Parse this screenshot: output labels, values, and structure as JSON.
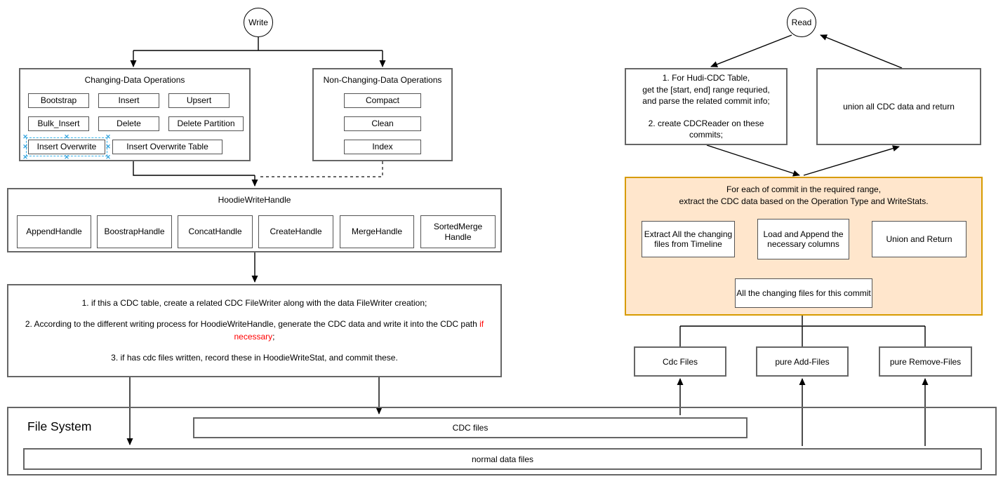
{
  "colors": {
    "orange_fill": "#FFE6CC",
    "orange_stroke": "#D79B00",
    "highlight_red": "#FF0000",
    "selection_blue": "#33B0E8"
  },
  "write_flow": {
    "node": "Write",
    "changing": {
      "title": "Changing-Data Operations",
      "ops": [
        "Bootstrap",
        "Insert",
        "Upsert",
        "Bulk_Insert",
        "Delete",
        "Delete Partition",
        "Insert  Overwrite",
        "Insert  Overwrite Table"
      ]
    },
    "non_changing": {
      "title": "Non-Changing-Data Operations",
      "ops": [
        "Compact",
        "Clean",
        "Index"
      ]
    },
    "hoodie": {
      "title": "HoodieWriteHandle",
      "handles": [
        "AppendHandle",
        "BoostrapHandle",
        "ConcatHandle",
        "CreateHandle",
        "MergeHandle",
        "SortedMerge Handle"
      ]
    },
    "notes": {
      "line1": "1. if this a CDC table, create a related CDC FileWriter along with the data FileWriter creation;",
      "line2_prefix": "2. According to the different writing process for HoodieWriteHandle, generate the CDC data and write it into the CDC path ",
      "line2_red": "if necessary",
      "line2_suffix": ";",
      "line3": "3. if has cdc files written, record these in HoodieWriteStat, and commit these."
    }
  },
  "read_flow": {
    "node": "Read",
    "step_box": "1. For Hudi-CDC Table,\nget the [start, end] range requried,\nand parse the related commit info;\n\n2. create CDCReader on these\ncommits;",
    "union_box": "union all CDC data and return",
    "orange_group": {
      "title_line1": "For each of commit in the required range,",
      "title_line2": "extract the CDC data based on the Operation Type and WriteStats.",
      "extract_box": "Extract All the changing files from Timeline",
      "load_box": "Load and Append the necessary columns",
      "union_box": "Union and Return",
      "changing_files_box": "All the changing files for this commit"
    },
    "file_boxes": [
      "Cdc Files",
      "pure Add-Files",
      "pure Remove-Files"
    ]
  },
  "filesystem": {
    "title": "File System",
    "cdc_bar": "CDC files",
    "normal_bar": "normal data files"
  }
}
